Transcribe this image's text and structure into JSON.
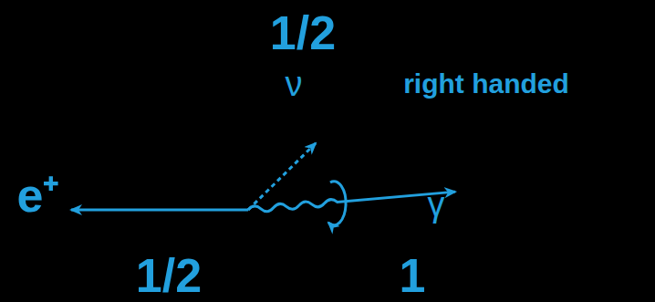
{
  "diagram": {
    "labels": [
      "1/2",
      "ν",
      "right handed",
      "e⁺",
      "γ",
      "1/2",
      "1"
    ]
  }
}
